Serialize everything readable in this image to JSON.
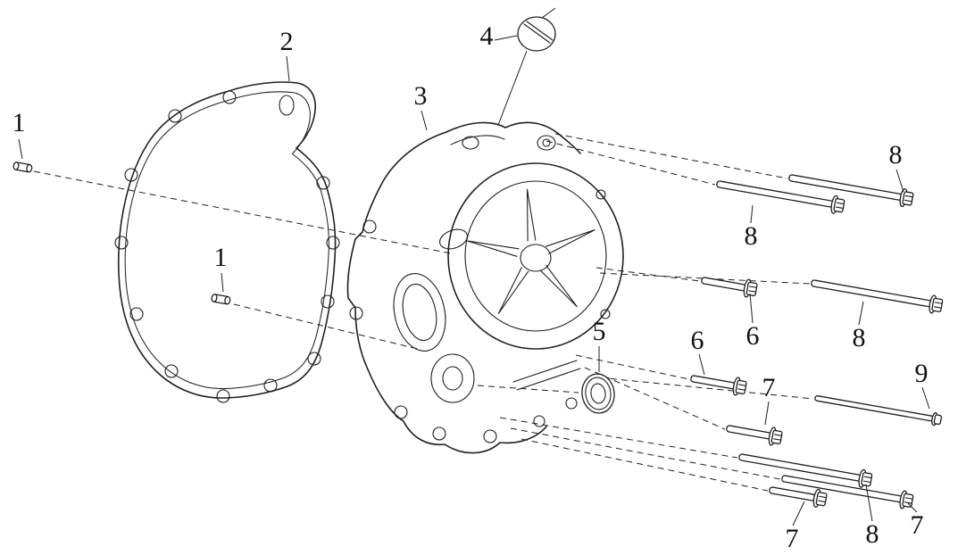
{
  "figure": {
    "background": "#ffffff",
    "stroke_color": "#1f1f1f",
    "kind": "exploded-parts-diagram",
    "subject": "engine crankcase side cover, gasket and fasteners"
  },
  "callouts": [
    {
      "id": "dowel-pin-upper",
      "label": "1"
    },
    {
      "id": "gasket",
      "label": "2"
    },
    {
      "id": "crankcase-cover",
      "label": "3"
    },
    {
      "id": "oil-filler-cap",
      "label": "4"
    },
    {
      "id": "dowel-pin-lower",
      "label": "1"
    },
    {
      "id": "oil-seal",
      "label": "5"
    },
    {
      "id": "bolt-6-left",
      "label": "6"
    },
    {
      "id": "bolt-6-right",
      "label": "6"
    },
    {
      "id": "bolt-7-upper",
      "label": "7"
    },
    {
      "id": "bolt-8-upper-left",
      "label": "8"
    },
    {
      "id": "bolt-8-upper-right",
      "label": "8"
    },
    {
      "id": "bolt-8-middle",
      "label": "8"
    },
    {
      "id": "stud-9",
      "label": "9"
    },
    {
      "id": "bolt-7-bottom-left",
      "label": "7"
    },
    {
      "id": "bolt-8-bottom",
      "label": "8"
    },
    {
      "id": "bolt-7-bottom-right",
      "label": "7"
    }
  ]
}
